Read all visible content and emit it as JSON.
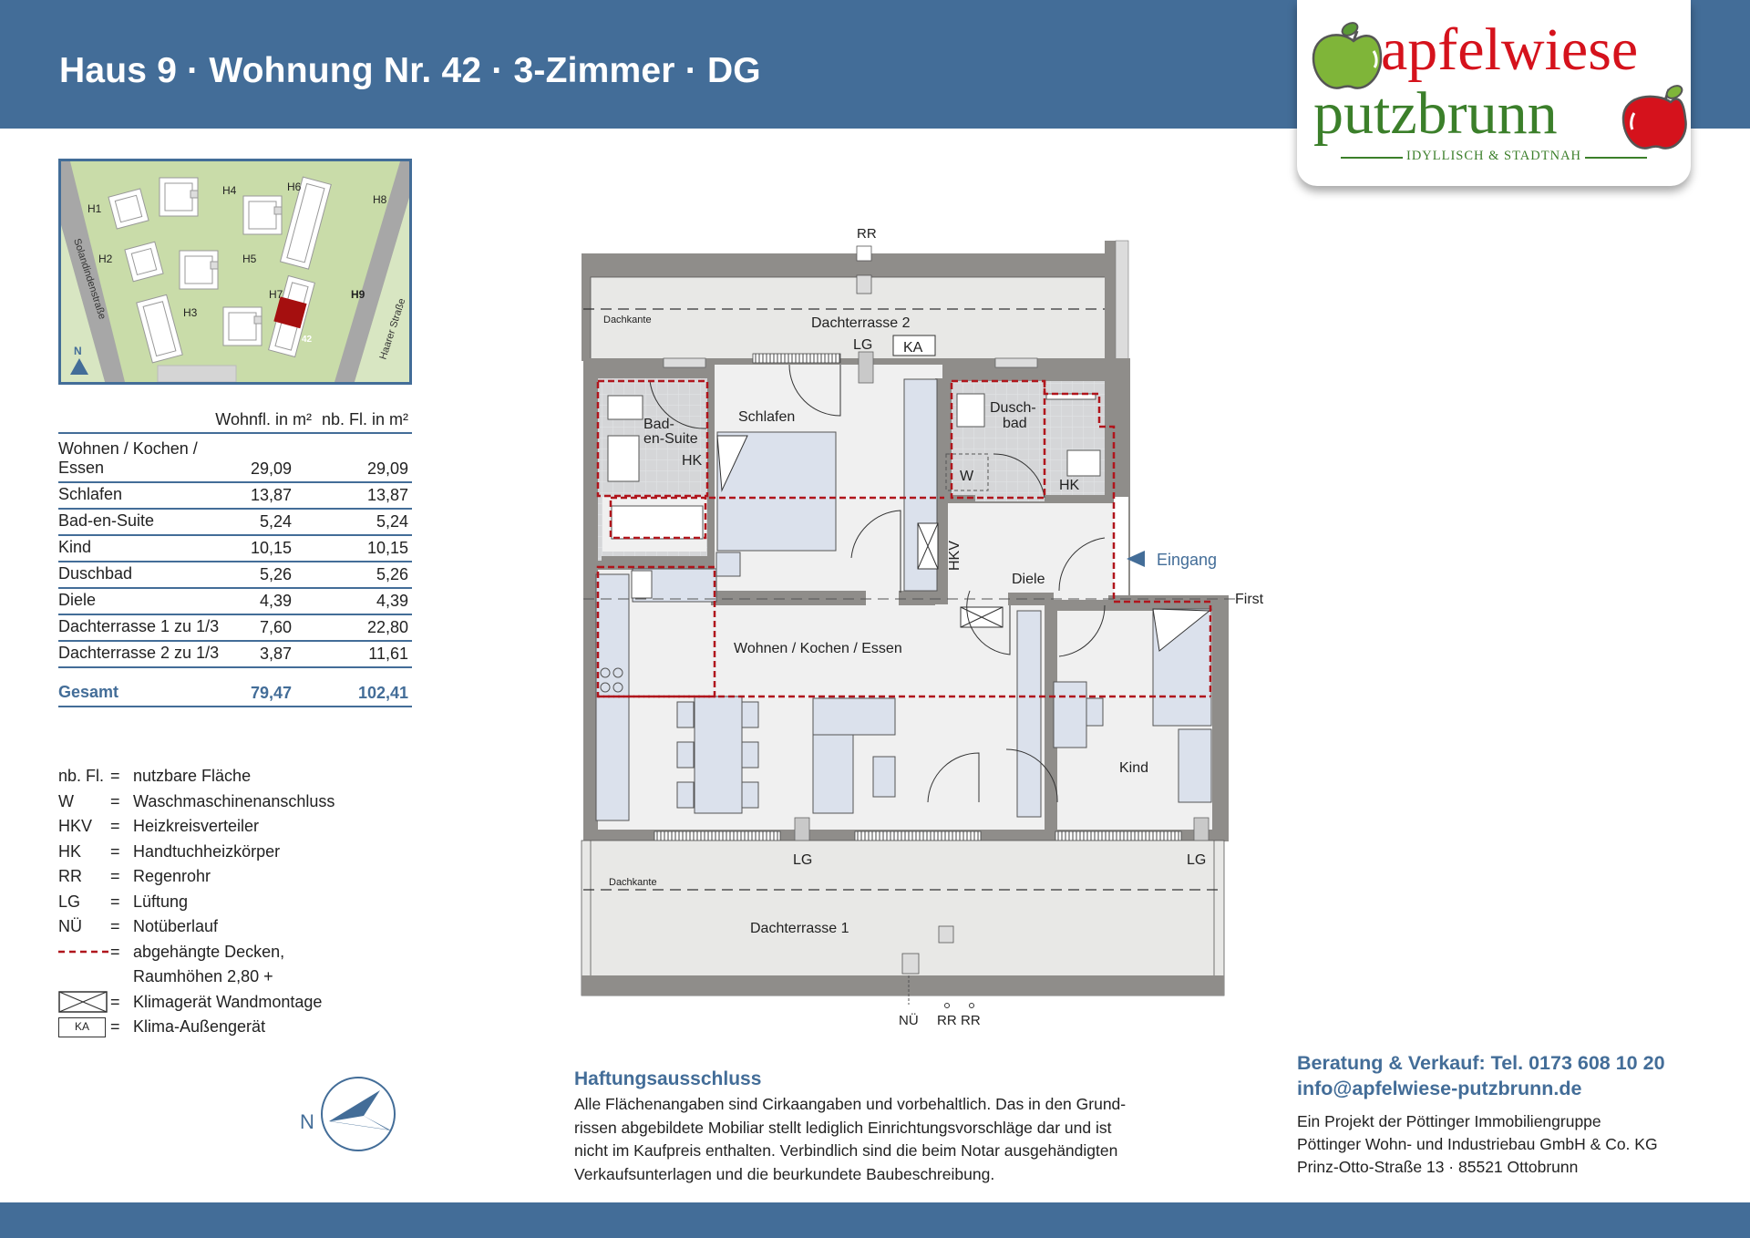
{
  "header": {
    "title": "Haus 9 · Wohnung Nr. 42 · 3-Zimmer · DG",
    "background_color": "#436d98"
  },
  "logo": {
    "word1": "apfelwiese",
    "word2": "putzbrunn",
    "tagline": "IDYLLISCH & STADTNAH",
    "colors": {
      "red": "#d5121c",
      "green": "#3b7f2a",
      "apple_green": "#7fb539"
    }
  },
  "sitemap": {
    "houses": [
      "H1",
      "H2",
      "H3",
      "H4",
      "H5",
      "H6",
      "H7",
      "H8",
      "H9"
    ],
    "highlighted_house": "H9",
    "unit_label": "42",
    "street_left": "Solandindenstraße",
    "street_right": "Haarer Straße",
    "north_label": "N"
  },
  "area_table": {
    "headers": {
      "room": "",
      "living": "Wohnfl. in m²",
      "usable": "nb. Fl. in m²"
    },
    "rows": [
      {
        "room_line1": "Wohnen / Kochen /",
        "room_line2": "Essen",
        "living": "29,09",
        "usable": "29,09"
      },
      {
        "room": "Schlafen",
        "living": "13,87",
        "usable": "13,87"
      },
      {
        "room": "Bad-en-Suite",
        "living": "5,24",
        "usable": "5,24"
      },
      {
        "room": "Kind",
        "living": "10,15",
        "usable": "10,15"
      },
      {
        "room": "Duschbad",
        "living": "5,26",
        "usable": "5,26"
      },
      {
        "room": "Diele",
        "living": "4,39",
        "usable": "4,39"
      },
      {
        "room": "Dachterrasse 1 zu 1/3",
        "living": "7,60",
        "usable": "22,80"
      },
      {
        "room": "Dachterrasse 2 zu 1/3",
        "living": "3,87",
        "usable": "11,61"
      }
    ],
    "total": {
      "label": "Gesamt",
      "living": "79,47",
      "usable": "102,41"
    }
  },
  "legend": {
    "items": [
      {
        "abbr": "nb. Fl.",
        "desc": "nutzbare Fläche"
      },
      {
        "abbr": "W",
        "desc": "Waschmaschinenanschluss"
      },
      {
        "abbr": "HKV",
        "desc": "Heizkreisverteiler"
      },
      {
        "abbr": "HK",
        "desc": "Handtuchheizkörper"
      },
      {
        "abbr": "RR",
        "desc": "Regenrohr"
      },
      {
        "abbr": "LG",
        "desc": "Lüftung"
      },
      {
        "abbr": "NÜ",
        "desc": "Notüberlauf"
      }
    ],
    "dashed_desc_line1": "abgehängte Decken,",
    "dashed_desc_line2": "Raumhöhen 2,80 +",
    "climate_wall_desc": "Klimagerät Wandmontage",
    "ka_symbol": "KA",
    "ka_desc": "Klima-Außengerät",
    "equals": "="
  },
  "compass": {
    "label": "N"
  },
  "floorplan": {
    "rooms": {
      "dachterrasse2": "Dachterrasse 2",
      "dachterrasse1": "Dachterrasse 1",
      "schlafen": "Schlafen",
      "bad_line1": "Bad-",
      "bad_line2": "en-Suite",
      "dusch_line1": "Dusch-",
      "dusch_line2": "bad",
      "diele": "Diele",
      "wohnen": "Wohnen / Kochen / Essen",
      "kind": "Kind"
    },
    "annotations": {
      "rr_top": "RR",
      "lg": "LG",
      "ka": "KA",
      "dachkante": "Dachkante",
      "hk": "HK",
      "w": "W",
      "hkv": "HKV",
      "eingang": "Eingang",
      "first": "First",
      "nu": "NÜ",
      "rr_bottom_1": "RR",
      "rr_bottom_2": "RR"
    },
    "colors": {
      "wall": "#8f8d8a",
      "floor": "#f0f0f0",
      "terrace": "#e8e8e6",
      "furniture": "#dbe1ec",
      "tile": "#d5d6d8",
      "ceiling_dash": "#b0151c",
      "accent": "#436d98"
    }
  },
  "disclaimer": {
    "title": "Haftungsausschluss",
    "line1": "Alle Flächenangaben sind Cirkaangaben und vorbehaltlich. Das in den Grund-",
    "line2": "rissen abgebildete Mobiliar stellt lediglich Einrichtungsvorschläge dar und ist",
    "line3": "nicht im Kaufpreis enthalten. Verbindlich sind die beim Notar ausgehändigten",
    "line4": "Verkaufsunterlagen und die beurkundete Baubeschreibung."
  },
  "contact": {
    "phone_line": "Beratung & Verkauf: Tel. 0173 608 10 20",
    "email": "info@apfelwiese-putzbrunn.de",
    "line1": "Ein Projekt der Pöttinger Immobiliengruppe",
    "line2": "Pöttinger Wohn- und Industriebau GmbH & Co. KG",
    "line3": "Prinz-Otto-Straße 13 · 85521 Ottobrunn"
  }
}
